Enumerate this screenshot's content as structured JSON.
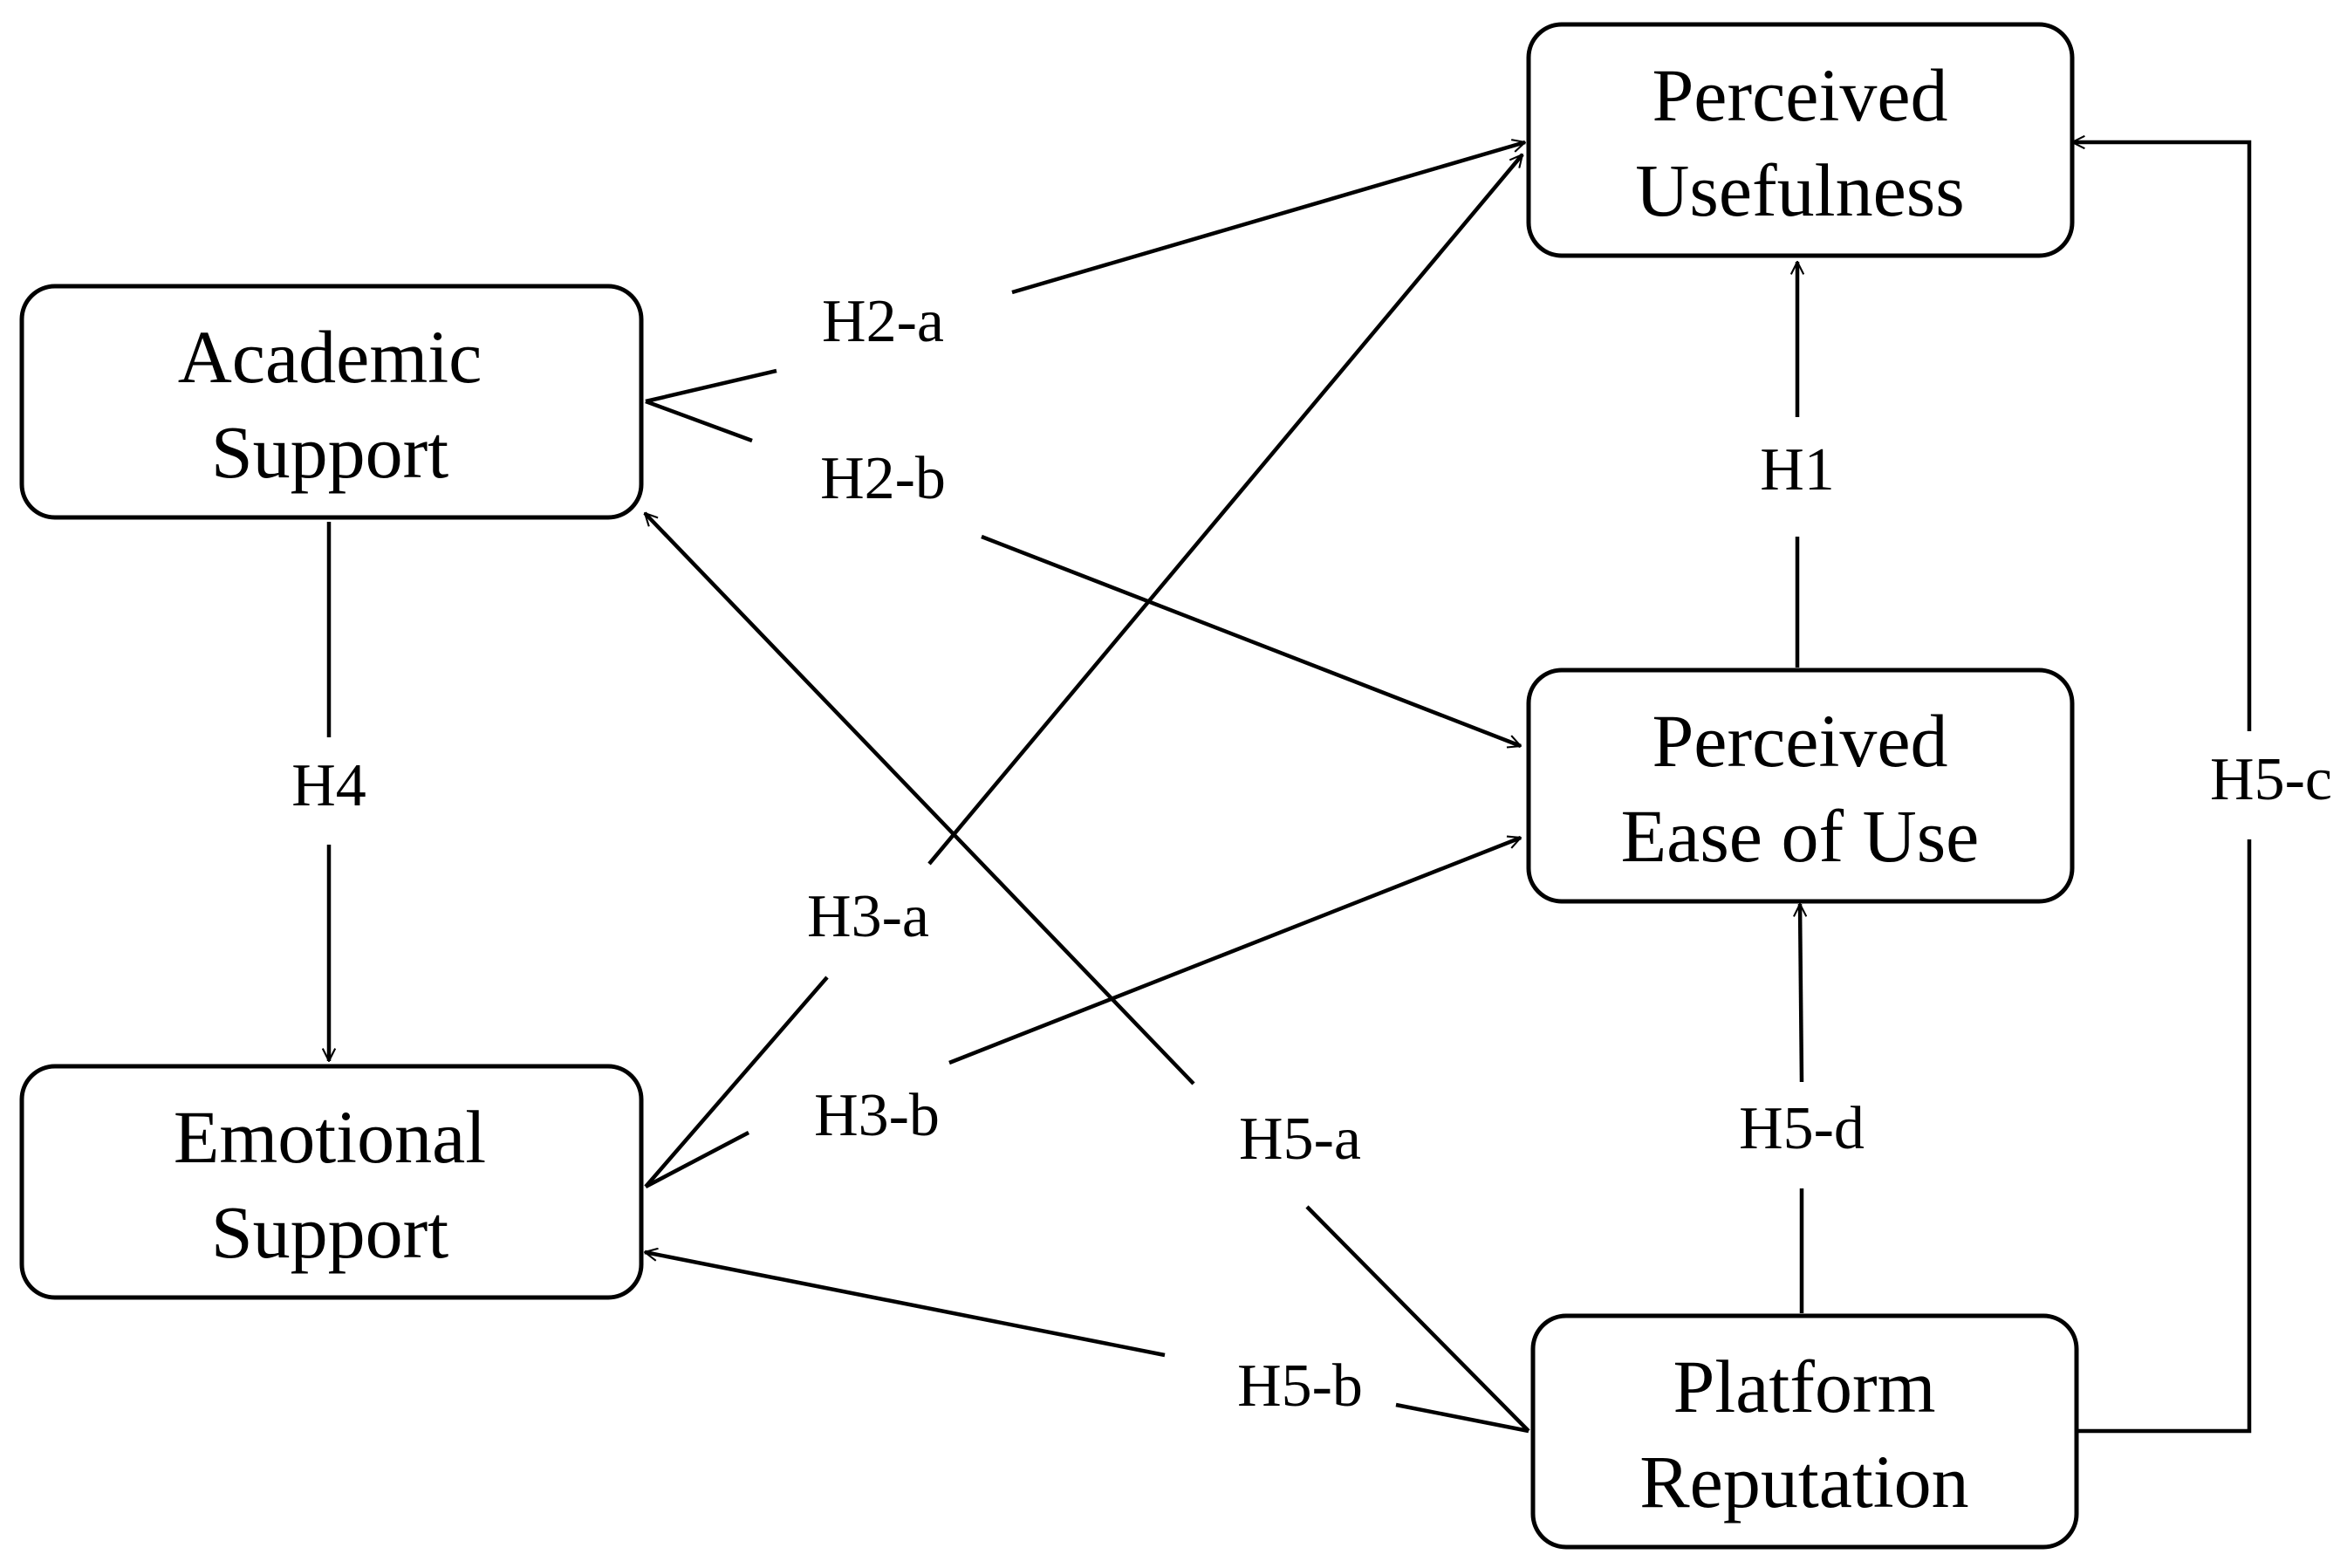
{
  "nodes": {
    "perceived_usefulness": {
      "line1": "Perceived",
      "line2": "Usefulness"
    },
    "academic_support": {
      "line1": "Academic",
      "line2": "Support"
    },
    "perceived_ease_of_use": {
      "line1": "Perceived",
      "line2": "Ease of Use"
    },
    "emotional_support": {
      "line1": "Emotional",
      "line2": "Support"
    },
    "platform_reputation": {
      "line1": "Platform",
      "line2": "Reputation"
    }
  },
  "edges": {
    "h1": "H1",
    "h2a": "H2-a",
    "h2b": "H2-b",
    "h3a": "H3-a",
    "h3b": "H3-b",
    "h4": "H4",
    "h5a": "H5-a",
    "h5b": "H5-b",
    "h5c": "H5-c",
    "h5d": "H5-d"
  }
}
